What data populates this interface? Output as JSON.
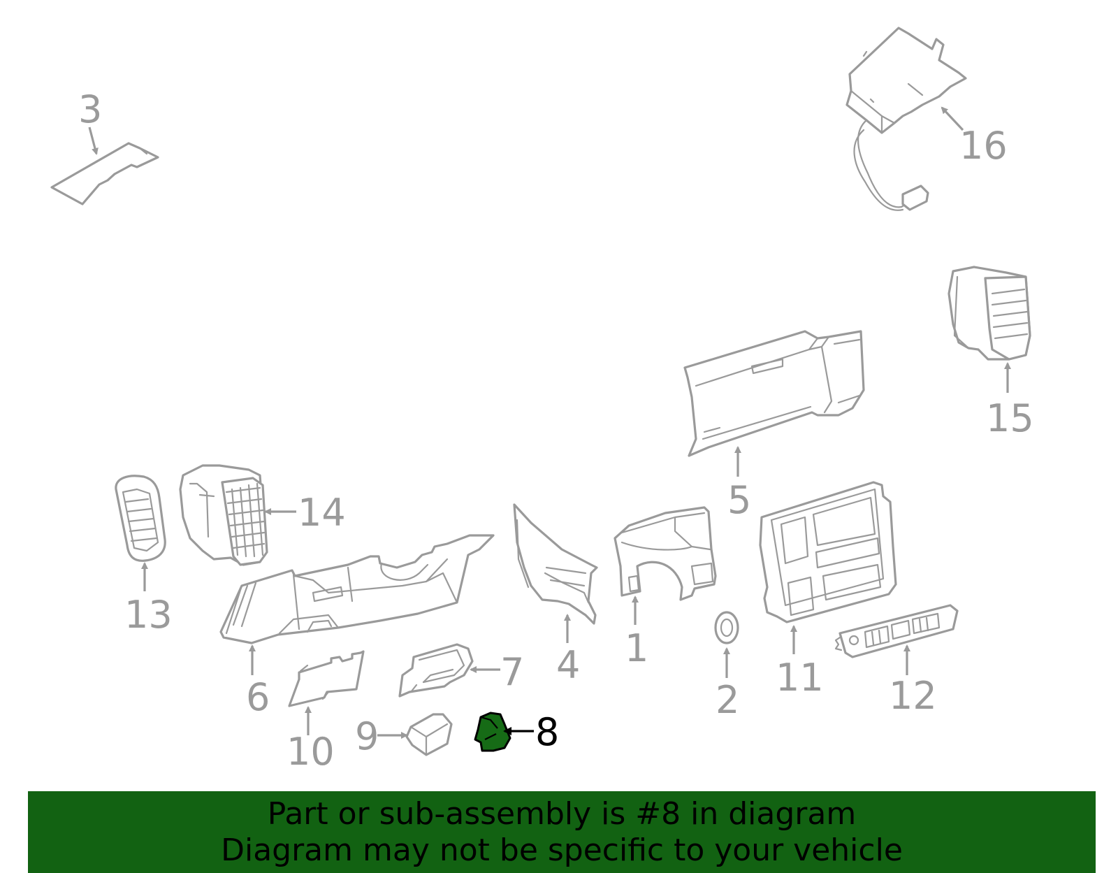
{
  "colors": {
    "line": "#9a9a9a",
    "highlight_fill": "#166b16",
    "highlight_label": "#000000",
    "banner_bg": "#126212",
    "banner_text": "#000000"
  },
  "highlighted_part": "8",
  "callouts": {
    "p1": "1",
    "p2": "2",
    "p3": "3",
    "p4": "4",
    "p5": "5",
    "p6": "6",
    "p7": "7",
    "p8": "8",
    "p9": "9",
    "p10": "10",
    "p11": "11",
    "p12": "12",
    "p13": "13",
    "p14": "14",
    "p15": "15",
    "p16": "16"
  },
  "banner": {
    "line1": "Part or sub-assembly is #8 in diagram",
    "line2": "Diagram may not be specific to your vehicle"
  }
}
